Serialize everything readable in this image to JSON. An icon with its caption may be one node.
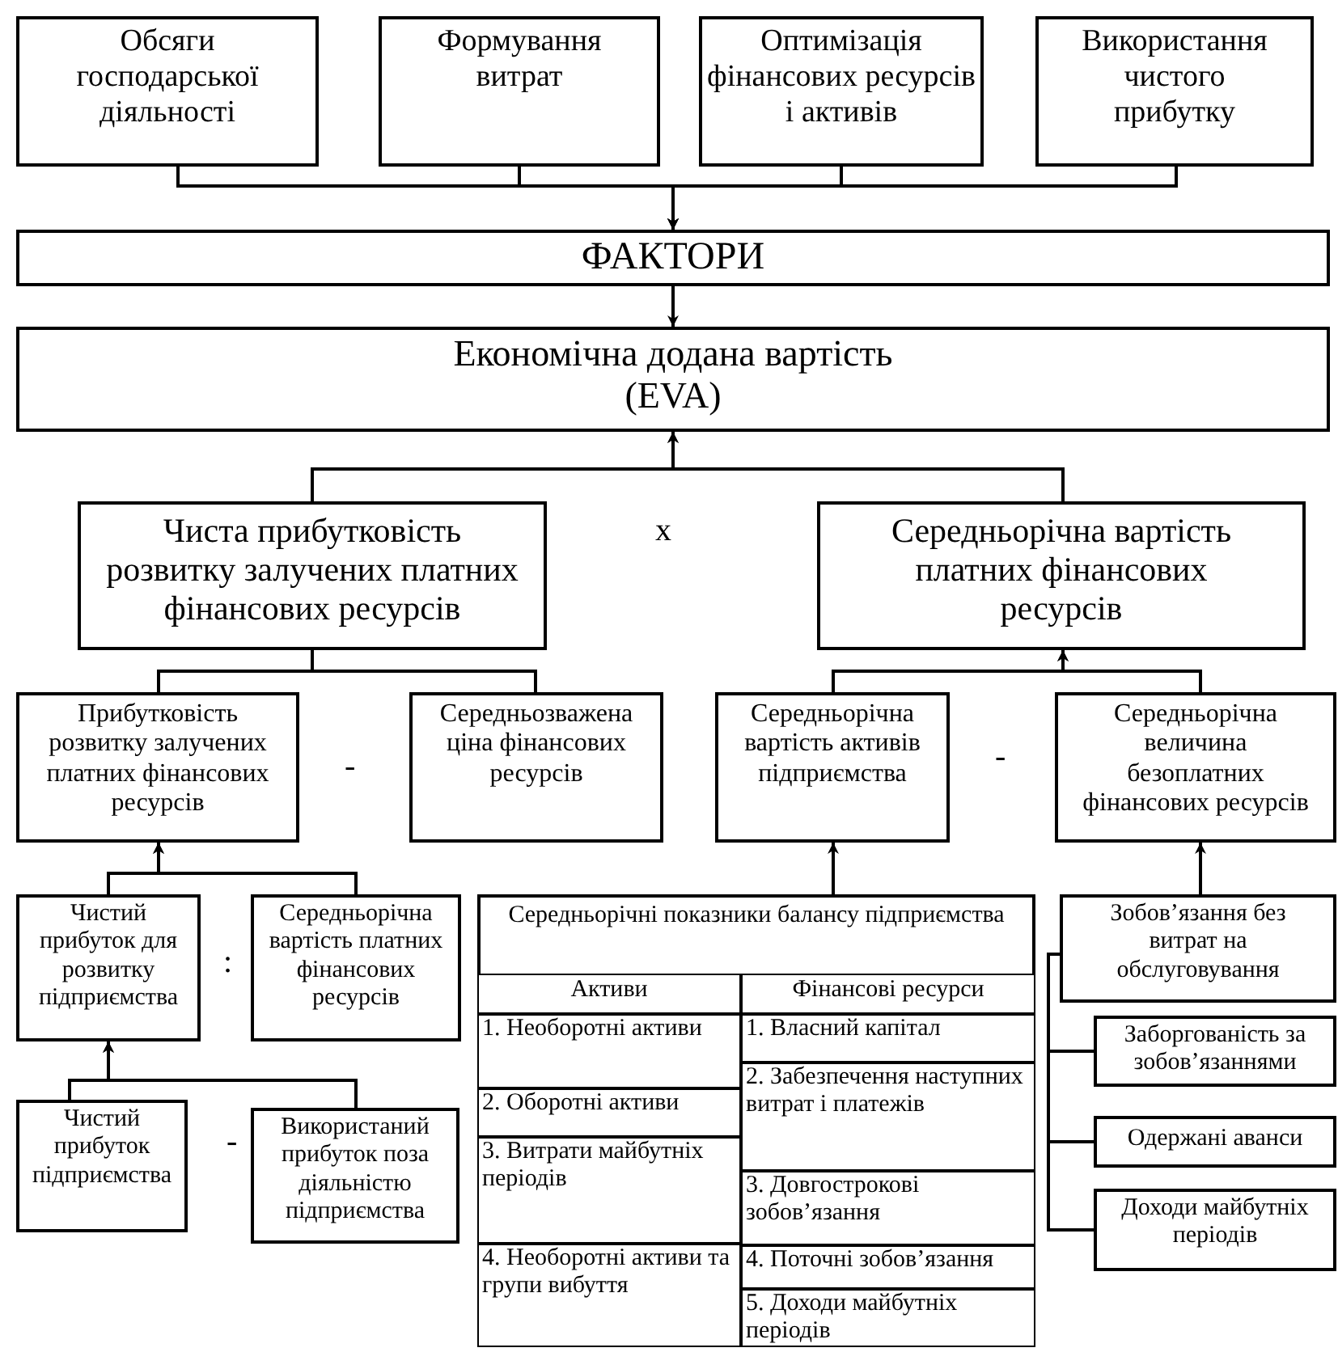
{
  "diagram": {
    "nodes": [
      {
        "text": [
          "Обсяги господарської діяльності"
        ]
      },
      {
        "text": [
          "Формування витрат"
        ]
      },
      {
        "text": [
          "Оптимізація фінансових ресурсів і активів"
        ]
      },
      {
        "text": [
          "Використання чистого прибутку"
        ]
      },
      {
        "text": [
          "ФАКТОРИ"
        ]
      },
      {
        "text": [
          "Економічна додана вартість (EVA)"
        ]
      },
      {
        "text": [
          "Чиста прибутковість розвитку залучених платних фінансових ресурсів"
        ]
      },
      {
        "text": [
          "Середньорічна вартість платних фінансових ресурсів"
        ]
      },
      {
        "text": [
          "Прибутковість розвитку залучених платних фінансових ресурсів"
        ]
      },
      {
        "text": [
          "Середньозважена ціна фінансових ресурсів"
        ]
      },
      {
        "text": [
          "Середньорічна вартість активів підприємства"
        ]
      },
      {
        "text": [
          "Середньорічна величина безоплатних фінансових ресурсів"
        ]
      },
      {
        "text": [
          "Чистий прибуток для розвитку підприємства"
        ]
      },
      {
        "text": [
          "Середньорічна вартість платних фінансових ресурсів"
        ]
      },
      {
        "text": [
          "Середньорічні показники балансу підприємства"
        ]
      },
      {
        "text": [
          "Активи"
        ],
        "in": 14
      },
      {
        "text": [
          "Фінансові ресурси"
        ],
        "in": 14
      },
      {
        "text": [
          "1. Необоротні активи"
        ],
        "in": 14
      },
      {
        "text": [
          "2. Оборотні активи"
        ],
        "in": 14
      },
      {
        "text": [
          "3. Витрати майбутніх періодів"
        ],
        "in": 14
      },
      {
        "text": [
          "4. Необоротні активи та групи вибуття"
        ],
        "in": 14
      },
      {
        "text": [
          "1. Власний капітал"
        ],
        "in": 14
      },
      {
        "text": [
          "2. Забезпечення наступних витрат і платежів"
        ],
        "in": 14
      },
      {
        "text": [
          "3. Довгострокові зобов’язання"
        ],
        "in": 14
      },
      {
        "text": [
          "4. Поточні зобов’язання"
        ],
        "in": 14
      },
      {
        "text": [
          "5. Доходи майбутніх періодів"
        ],
        "in": 14
      },
      {
        "text": [
          "Зобов’язання без витрат на обслуговування"
        ]
      },
      {
        "text": [
          "Заборгованість за зобов’язаннями"
        ]
      },
      {
        "text": [
          "Одержані аванси"
        ]
      },
      {
        "text": [
          "Доходи майбутніх періодів"
        ]
      },
      {
        "text": [
          "Чистий прибуток підприємства"
        ]
      },
      {
        "text": [
          "Використаний прибуток поза діяльністю підприємства"
        ]
      }
    ],
    "edges": [
      {
        "from": 0,
        "to": 4,
        "arrow": "to"
      },
      {
        "from": 1,
        "to": 4,
        "arrow": "to"
      },
      {
        "from": 2,
        "to": 4,
        "arrow": "to"
      },
      {
        "from": 3,
        "to": 4,
        "arrow": "to"
      },
      {
        "from": 4,
        "to": 5,
        "arrow": "to"
      },
      {
        "from": 6,
        "to": 5,
        "arrow": "to"
      },
      {
        "from": 7,
        "to": 5,
        "arrow": "to"
      },
      {
        "from": 8,
        "to": 6,
        "arrow": "none"
      },
      {
        "from": 9,
        "to": 6,
        "arrow": "none"
      },
      {
        "from": 10,
        "to": 7,
        "arrow": "to"
      },
      {
        "from": 11,
        "to": 7,
        "arrow": "to"
      },
      {
        "from": 12,
        "to": 8,
        "arrow": "to"
      },
      {
        "from": 13,
        "to": 8,
        "arrow": "to"
      },
      {
        "from": 30,
        "to": 12,
        "arrow": "to"
      },
      {
        "from": 31,
        "to": 12,
        "arrow": "to"
      },
      {
        "from": 14,
        "to": 10,
        "arrow": "to"
      },
      {
        "from": 26,
        "to": 11,
        "arrow": "to"
      },
      {
        "from": 26,
        "to": 27,
        "arrow": "none"
      },
      {
        "from": 26,
        "to": 28,
        "arrow": "none"
      },
      {
        "from": 26,
        "to": 29,
        "arrow": "none"
      }
    ],
    "labels": [
      "x",
      "-",
      "-",
      ":",
      "-"
    ]
  }
}
